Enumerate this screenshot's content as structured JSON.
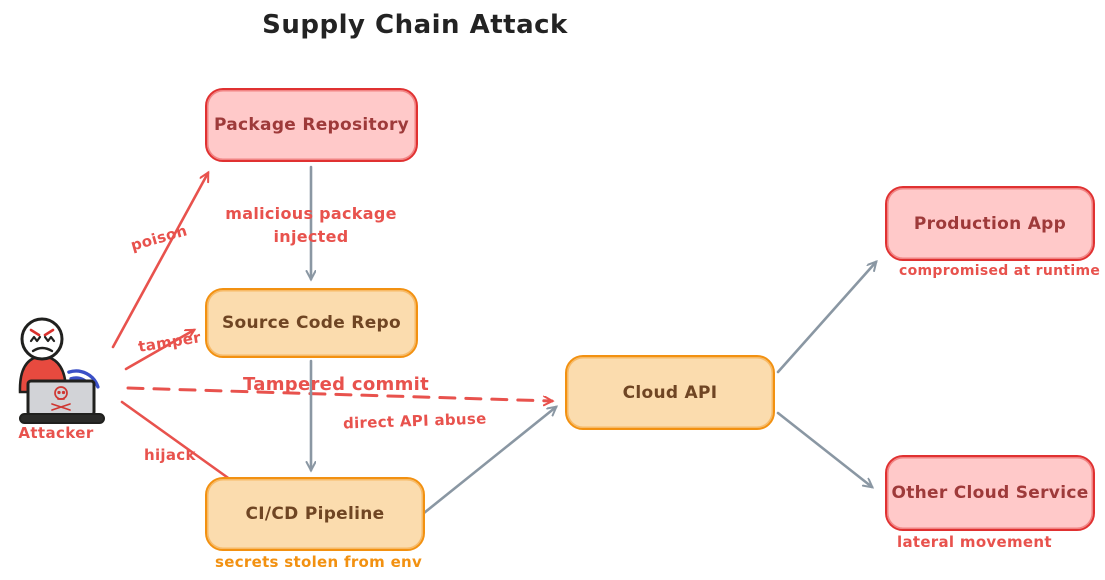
{
  "title": "Supply Chain Attack",
  "attacker": {
    "label": "Attacker"
  },
  "nodes": [
    {
      "id": "package-repo",
      "label": "Package Repository",
      "variant": "red"
    },
    {
      "id": "source-repo",
      "label": "Source Code Repo",
      "variant": "orange"
    },
    {
      "id": "cicd-pipeline",
      "label": "CI/CD Pipeline",
      "variant": "orange",
      "sublabel": "secrets stolen from env"
    },
    {
      "id": "cloud-api",
      "label": "Cloud API",
      "variant": "orange"
    },
    {
      "id": "production-app",
      "label": "Production App",
      "variant": "red",
      "sublabel": "compromised at runtime"
    },
    {
      "id": "other-cloud",
      "label": "Other Cloud Service",
      "variant": "red",
      "sublabel": "lateral movement"
    }
  ],
  "edges": [
    {
      "from": "attacker",
      "to": "package-repo",
      "label": "poison",
      "style": "solid",
      "color": "red"
    },
    {
      "from": "attacker",
      "to": "source-repo",
      "label": "tamper",
      "style": "solid",
      "color": "red"
    },
    {
      "from": "attacker",
      "to": "cloud-api",
      "label": "direct API abuse",
      "style": "dashed",
      "color": "red"
    },
    {
      "from": "attacker",
      "to": "cicd-pipeline",
      "label": "hijack",
      "style": "solid",
      "color": "red"
    },
    {
      "from": "package-repo",
      "to": "source-repo",
      "label": "malicious package injected",
      "style": "solid",
      "color": "gray"
    },
    {
      "from": "source-repo",
      "to": "cicd-pipeline",
      "label": "Tampered commit",
      "style": "solid",
      "color": "gray"
    },
    {
      "from": "cicd-pipeline",
      "to": "cloud-api",
      "label": "",
      "style": "solid",
      "color": "gray"
    },
    {
      "from": "cloud-api",
      "to": "production-app",
      "label": "",
      "style": "solid",
      "color": "gray"
    },
    {
      "from": "cloud-api",
      "to": "other-cloud",
      "label": "",
      "style": "solid",
      "color": "gray"
    }
  ],
  "colors": {
    "red_stroke": "#e03131",
    "red_fill": "#ffc9c9",
    "orange_stroke": "#f29111",
    "orange_fill": "#fbdcae",
    "arrow_red": "#e8524d",
    "arrow_gray": "#8a97a3",
    "wifi_teal": "#17978c",
    "wifi_blue": "#3a4fc6",
    "title_color": "#232323"
  }
}
